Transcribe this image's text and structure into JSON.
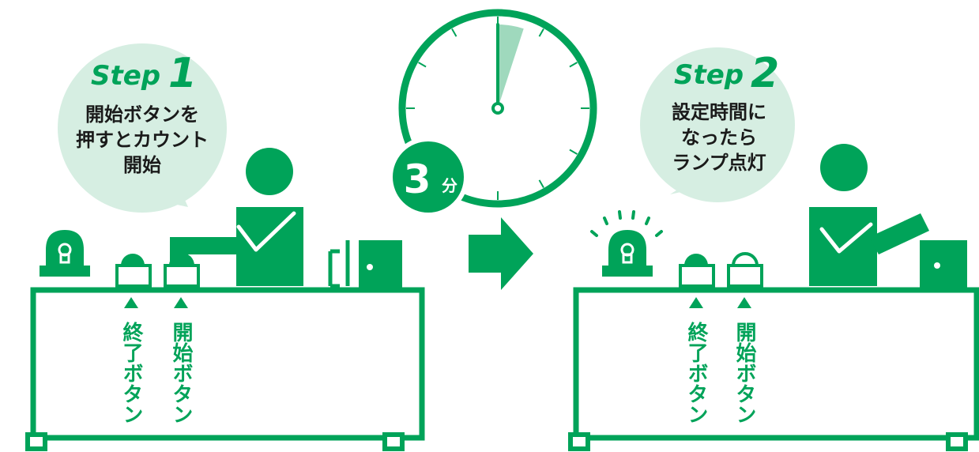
{
  "colors": {
    "brand_green": "#00a359",
    "bubble_fill": "#d6eee2",
    "timer_sector": "#9fd9bd",
    "text_dark": "#1a1a1a"
  },
  "step1": {
    "heading": "Step",
    "number": "1",
    "lines": [
      "開始ボタンを",
      "押すとカウント",
      "開始"
    ],
    "end_button_label": "終了ボタン",
    "start_button_label": "開始ボタン"
  },
  "step2": {
    "heading": "Step",
    "number": "2",
    "lines": [
      "設定時間に",
      "なったら",
      "ランプ点灯"
    ],
    "end_button_label": "終了ボタン",
    "start_button_label": "開始ボタン"
  },
  "timer": {
    "number": "3",
    "unit": "分",
    "elapsed_fraction": 0.05
  },
  "icons": {
    "arrow": "right-arrow-icon",
    "lamp": "rotating-lamp-icon",
    "person": "person-icon",
    "door": "door-icon",
    "clock": "clock-icon"
  }
}
